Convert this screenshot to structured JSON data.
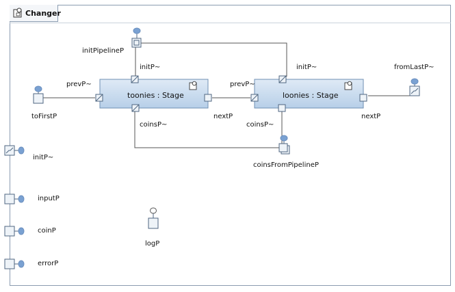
{
  "capsule": {
    "title": "Changer",
    "icon": "capsule-icon"
  },
  "parts": [
    {
      "id": "toonies",
      "label": "toonies : Stage"
    },
    {
      "id": "loonies",
      "label": "loonies : Stage"
    }
  ],
  "port_labels": {
    "initPipelineP": "initPipelineP",
    "toonies_initP": "initP~",
    "toonies_prevP": "prevP~",
    "toonies_nextP": "nextP",
    "toonies_coinsP": "coinsP~",
    "loonies_initP": "initP~",
    "loonies_prevP": "prevP~",
    "loonies_nextP": "nextP",
    "loonies_coinsP": "coinsP~",
    "toFirstP": "toFirstP",
    "fromLastP": "fromLastP~",
    "coinsFromPipelineP": "coinsFromPipelineP",
    "initP": "initP~",
    "inputP": "inputP",
    "coinP": "coinP",
    "errorP": "errorP",
    "logP": "logP"
  },
  "colors": {
    "frame_border": "#8a9bb0",
    "part_fill_top": "#dbe8f5",
    "part_fill_bottom": "#b9d1ea",
    "part_border": "#6f8fb3",
    "port_fill": "#e8eef5",
    "port_border": "#5a6f86",
    "lollipop": "#7aa1d2",
    "connector": "#555555"
  }
}
